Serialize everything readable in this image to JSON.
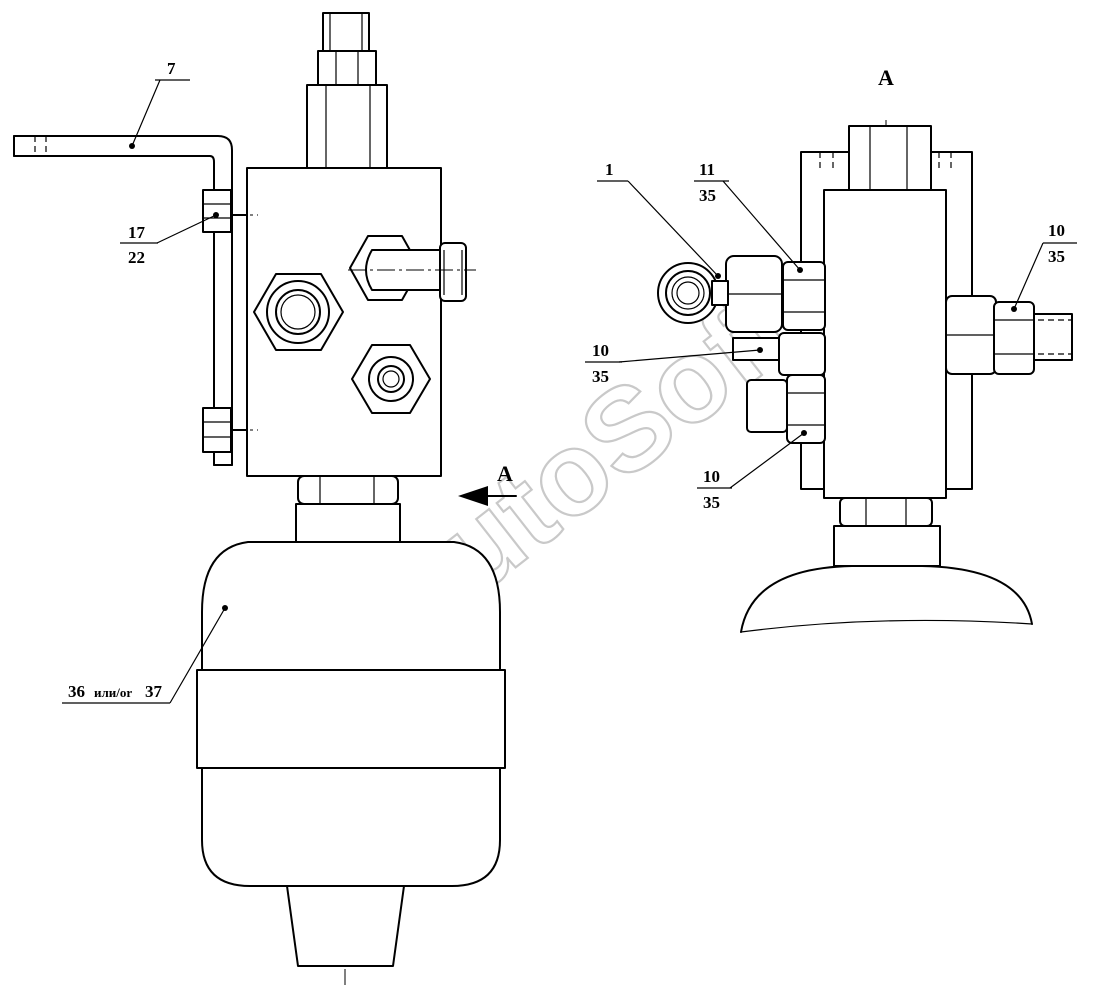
{
  "watermark": "AutoSoft",
  "left_view": {
    "leaders": {
      "p7": {
        "num": "7"
      },
      "p17_22": {
        "num": "17",
        "den": "22"
      },
      "p36_37": {
        "a": "36",
        "conj": "или/or",
        "b": "37"
      }
    },
    "view_arrow_label": "A"
  },
  "right_view": {
    "title": "A",
    "leaders": {
      "p1": {
        "num": "1"
      },
      "p11_35": {
        "num": "11",
        "den": "35"
      },
      "p10_35_right": {
        "num": "10",
        "den": "35"
      },
      "p10_35_mid": {
        "num": "10",
        "den": "35"
      },
      "p10_35_low": {
        "num": "10",
        "den": "35"
      }
    }
  }
}
